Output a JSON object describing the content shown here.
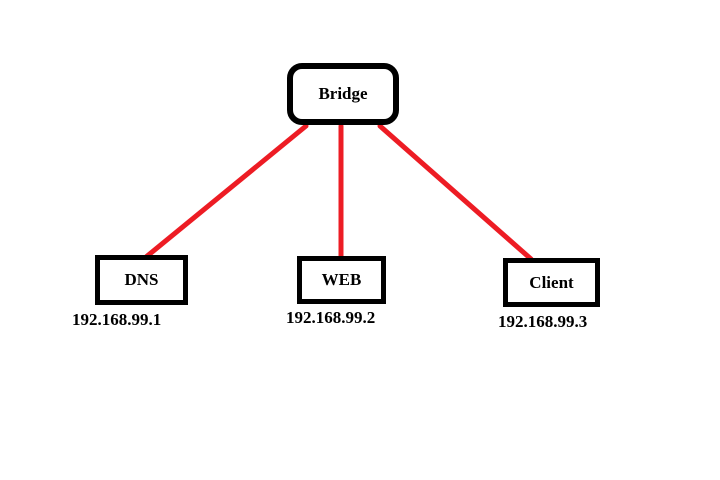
{
  "diagram": {
    "bridge": {
      "label": "Bridge"
    },
    "nodes": [
      {
        "label": "DNS",
        "ip": "192.168.99.1"
      },
      {
        "label": "WEB",
        "ip": "192.168.99.2"
      },
      {
        "label": "Client",
        "ip": "192.168.99.3"
      }
    ],
    "colors": {
      "link": "#ED1C24",
      "border": "#000000",
      "background": "#FFFFFF",
      "text": "#000000"
    }
  }
}
